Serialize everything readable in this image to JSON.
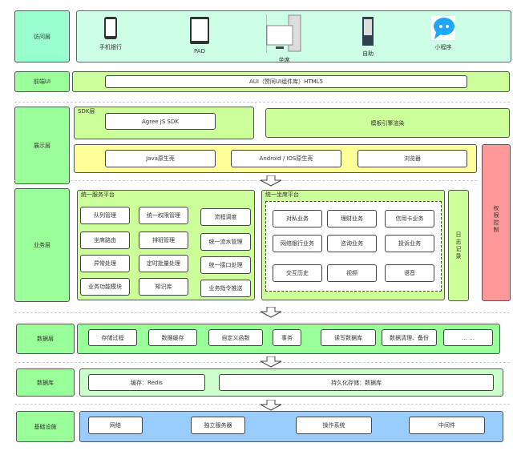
{
  "access": {
    "label": "访问层",
    "devices": [
      {
        "icon": "phone-icon",
        "label": "手机银行"
      },
      {
        "icon": "tablet-icon",
        "label": "PAD"
      },
      {
        "icon": "desktop-icon",
        "label": "坐席"
      },
      {
        "icon": "kiosk-icon",
        "label": "自助"
      },
      {
        "icon": "chat-bubble-icon",
        "label": "小程序"
      }
    ]
  },
  "frontend": {
    "label": "前端UI",
    "item": "AUI（赞同UI组件库）HTML5"
  },
  "display": {
    "label": "展示层",
    "sdk_caption": "SDK层",
    "sdk_item": "Agree JS SDK",
    "template": "模板引擎渲染",
    "shells": [
      "Java原生壳",
      "Android / IOS原生壳",
      "浏览器"
    ]
  },
  "permission": "权限控制",
  "business": {
    "label": "业务层",
    "service_platform": {
      "caption": "统一服务平台",
      "items": [
        "队列管理",
        "统一权限管理",
        "流程调度",
        "坐席路由",
        "排班管理",
        "统一流水管理",
        "异常处理",
        "定时批量处理",
        "统一接口处理",
        "业务功能模块",
        "知识库",
        "业务指令推送"
      ]
    },
    "seat_platform": {
      "caption": "统一坐席平台",
      "items": [
        "对私业务",
        "理财业务",
        "信用卡业务",
        "网络银行业务",
        "咨询业务",
        "投诉业务",
        "交互历史",
        "视频",
        "语音"
      ]
    },
    "log": "日志记录"
  },
  "data_layer": {
    "label": "数据层",
    "items": [
      "存储过程",
      "数据缓存",
      "自定义函数",
      "事务",
      "读写数据库",
      "数据清理、备份",
      "… …"
    ]
  },
  "database": {
    "label": "数据库",
    "items": [
      "缓存：Redis",
      "持久化存储：数据库"
    ]
  },
  "infra": {
    "label": "基础设施",
    "items": [
      "网络",
      "独立服务器",
      "操作系统",
      "中间件"
    ]
  },
  "colors": {
    "access": "#ccffe6",
    "label": "#99ff99",
    "frontend": "#ccff99",
    "shell": "#ffff99",
    "permission": "#ff9999",
    "data": "#99ff99",
    "database": "#ccffcc",
    "infra": "#99ccff"
  }
}
